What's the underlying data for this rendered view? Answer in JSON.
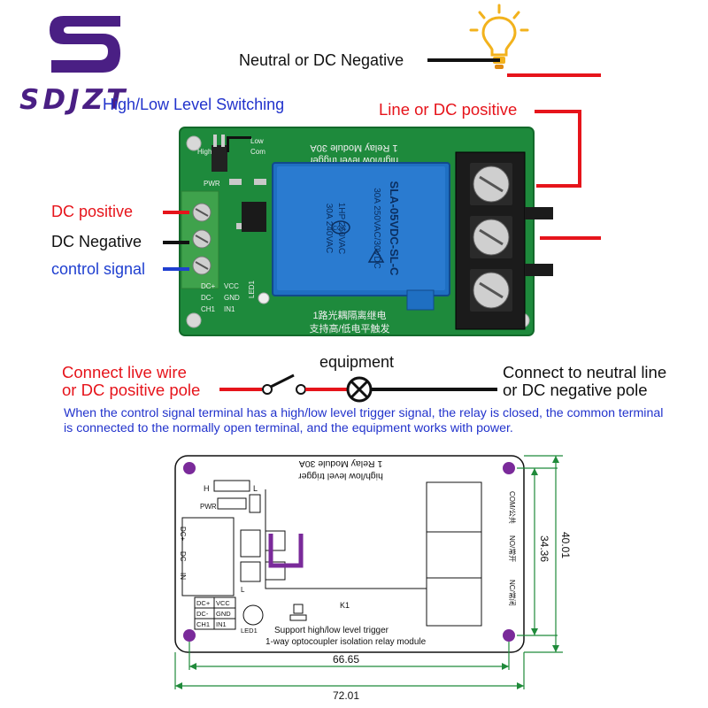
{
  "logo": {
    "text": "SDJZT",
    "color": "#4a1f84"
  },
  "labels": {
    "neutral": "Neutral or DC Negative",
    "line_positive": "Line or DC positive",
    "level_switching": "High/Low Level Switching",
    "dc_positive": "DC positive",
    "dc_negative": "DC Negative",
    "control_signal": "control signal",
    "connect_live_1": "Connect live wire",
    "connect_live_2": "or DC positive pole",
    "equipment": "equipment",
    "connect_neutral_1": "Connect to neutral line",
    "connect_neutral_2": "or DC negative pole"
  },
  "note": "When the control signal terminal has a high/low level trigger signal, the relay is closed, the common terminal is connected to the normally open terminal, and the equipment works with power.",
  "board": {
    "silk_top_1": "high/low level trigger",
    "silk_top_2": "1 Relay Module 30A",
    "relay_lines": [
      "SLA-05VDC-SL-C",
      "30A 250VAC/30VDC",
      "1HP 250VAC",
      "30A 240VAC"
    ],
    "relay_brand": "CQC",
    "silk_bottom_1": "1路光耦隔离继电",
    "silk_bottom_2": "支持高/低电平触发",
    "pins": [
      "DC+",
      "VCC",
      "DC-",
      "GND",
      "CH1",
      "IN1"
    ],
    "low": "Low",
    "com": "Com",
    "high": "High",
    "pwr": "PWR",
    "led": "LED1"
  },
  "drawing": {
    "top_1": "high/low level trigger",
    "top_2": "1 Relay Module 30A",
    "h": "H",
    "l": "L",
    "pwr": "PWR",
    "dc_plus": "DC+",
    "dc_minus": "DC-",
    "in": "IN",
    "pins": [
      "DC+",
      "VCC",
      "DC-",
      "GND",
      "CH1",
      "IN1"
    ],
    "led": "LED1",
    "k1": "K1",
    "support": "Support high/low level trigger",
    "optocoupler": "1-way optocoupler isolation relay module",
    "com": "COM/公共",
    "no": "NO/常开",
    "nc": "NC/常闭",
    "dim_width_inner": "66.65",
    "dim_width_outer": "72.01",
    "dim_height_inner": "34.36",
    "dim_height_outer": "40.01"
  }
}
